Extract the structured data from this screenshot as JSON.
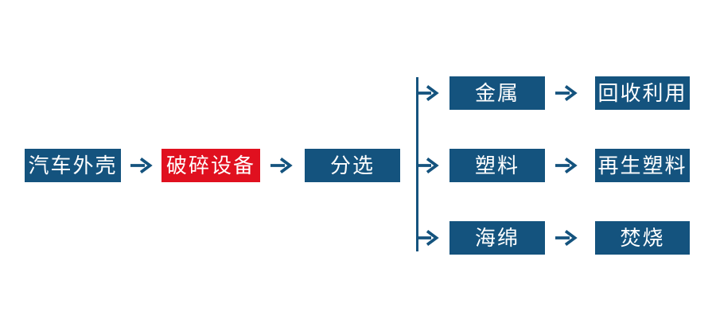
{
  "diagram": {
    "title_semantic": "car-shell-recycling-flowchart",
    "colors": {
      "primary": "#14537E",
      "highlight": "#E0101F",
      "text": "#ffffff",
      "background": "#ffffff"
    },
    "main_flow": [
      {
        "id": "car-shell",
        "label": "汽车外壳",
        "style": "primary"
      },
      {
        "id": "crushing-equipment",
        "label": "破碎设备",
        "style": "highlight"
      },
      {
        "id": "sorting",
        "label": "分选",
        "style": "primary"
      }
    ],
    "branches": [
      {
        "material": "金属",
        "destination": "回收利用"
      },
      {
        "material": "塑料",
        "destination": "再生塑料"
      },
      {
        "material": "海绵",
        "destination": "焚烧"
      }
    ]
  }
}
